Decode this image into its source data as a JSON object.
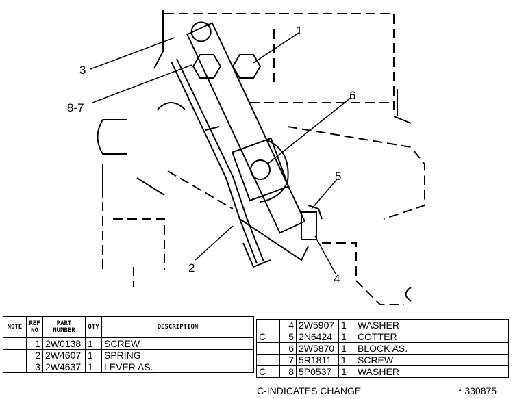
{
  "callouts": {
    "c1": "1",
    "c3": "3",
    "c87": "8-7",
    "c6": "6",
    "c5": "5",
    "c2": "2",
    "c4": "4"
  },
  "table_left": {
    "headers": {
      "note": "NOTE",
      "ref_no": "REF NO",
      "part_number": "PART NUMBER",
      "qty": "QTY",
      "description": "DESCRIPTION"
    },
    "rows": [
      {
        "note": "",
        "ref": "1",
        "part": "2W0138",
        "qty": "1",
        "desc": "SCREW"
      },
      {
        "note": "",
        "ref": "2",
        "part": "2W4607",
        "qty": "1",
        "desc": "SPRING"
      },
      {
        "note": "",
        "ref": "3",
        "part": "2W4637",
        "qty": "1",
        "desc": "LEVER AS."
      }
    ]
  },
  "table_right": {
    "rows": [
      {
        "note": "",
        "ref": "4",
        "part": "2W5907",
        "qty": "1",
        "desc": "WASHER"
      },
      {
        "note": "C",
        "ref": "5",
        "part": "2N6424",
        "qty": "1",
        "desc": "COTTER"
      },
      {
        "note": "",
        "ref": "6",
        "part": "2W5870",
        "qty": "1",
        "desc": "BLOCK AS."
      },
      {
        "note": "",
        "ref": "7",
        "part": "5R1811",
        "qty": "1",
        "desc": "SCREW"
      },
      {
        "note": "C",
        "ref": "8",
        "part": "5P0537",
        "qty": "1",
        "desc": "WASHER"
      }
    ]
  },
  "footer": {
    "note": "C-INDICATES CHANGE",
    "figure_id": "* 330875"
  }
}
